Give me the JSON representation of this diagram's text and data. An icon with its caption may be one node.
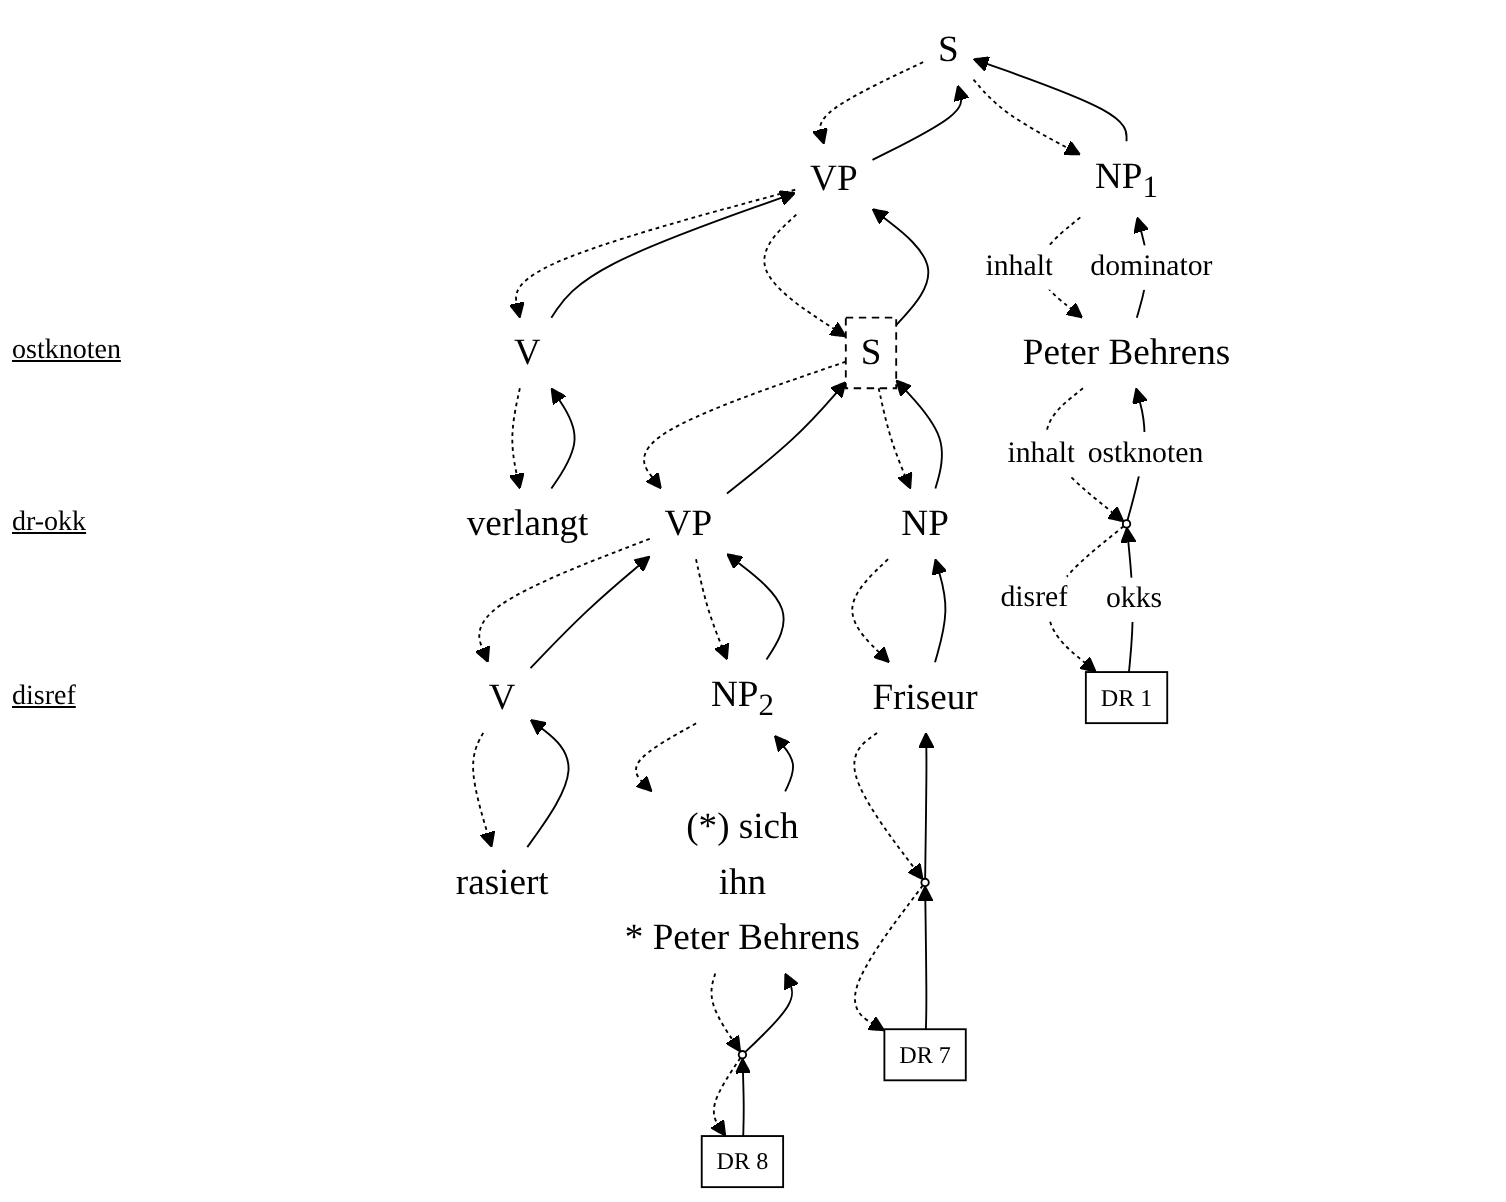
{
  "diagram": {
    "nodes": [
      {
        "text": [
          "S"
        ]
      },
      {
        "text": [
          "NP$_{1}$"
        ]
      },
      {
        "text": [
          "VP"
        ]
      },
      {
        "text": [
          "Peter Behrens"
        ]
      },
      {
        "text": [
          "V"
        ]
      },
      {
        "text": [
          "S"
        ]
      },
      {
        "text": [
          "verlangt"
        ]
      },
      {
        "text": [
          "NP"
        ]
      },
      {
        "text": [
          "VP"
        ]
      },
      {
        "text": [
          "Friseur"
        ]
      },
      {
        "text": [
          "V"
        ]
      },
      {
        "text": [
          "NP$_{2}$"
        ]
      },
      {
        "text": [
          "rasiert"
        ]
      },
      {
        "text": [
          "(*) sich",
          "ihn",
          "* Peter Behrens"
        ]
      },
      {
        "text": [],
        "shape": "circle"
      },
      {
        "text": [],
        "shape": "circle"
      },
      {
        "text": [],
        "shape": "circle"
      },
      {
        "text": [
          "DR 1"
        ]
      },
      {
        "text": [
          "DR 7"
        ]
      },
      {
        "text": [
          "DR 8"
        ]
      }
    ],
    "edges": [
      {
        "from": 0,
        "to": 1,
        "arrow": "to",
        "style": "dashed"
      },
      {
        "from": 1,
        "to": 0,
        "arrow": "to"
      },
      {
        "from": 0,
        "to": 2,
        "arrow": "to",
        "style": "dashed"
      },
      {
        "from": 2,
        "to": 0,
        "arrow": "to"
      },
      {
        "from": 1,
        "to": 3,
        "arrow": "to",
        "style": "dashed",
        "label": "inhalt"
      },
      {
        "from": 3,
        "to": 1,
        "arrow": "to",
        "label": "dominator"
      },
      {
        "from": 2,
        "to": 4,
        "arrow": "to",
        "style": "dashed"
      },
      {
        "from": 4,
        "to": 2,
        "arrow": "to"
      },
      {
        "from": 2,
        "to": 5,
        "arrow": "to",
        "style": "dashed"
      },
      {
        "from": 5,
        "to": 2,
        "arrow": "to"
      },
      {
        "from": 4,
        "to": 6,
        "arrow": "to",
        "style": "dashed"
      },
      {
        "from": 6,
        "to": 4,
        "arrow": "to"
      },
      {
        "from": 5,
        "to": 7,
        "arrow": "to",
        "style": "dashed"
      },
      {
        "from": 7,
        "to": 5,
        "arrow": "to"
      },
      {
        "from": 5,
        "to": 8,
        "arrow": "to",
        "style": "dashed"
      },
      {
        "from": 8,
        "to": 5,
        "arrow": "to"
      },
      {
        "from": 7,
        "to": 9,
        "arrow": "to",
        "style": "dashed"
      },
      {
        "from": 9,
        "to": 7,
        "arrow": "to"
      },
      {
        "from": 8,
        "to": 10,
        "arrow": "to",
        "style": "dashed"
      },
      {
        "from": 10,
        "to": 8,
        "arrow": "to"
      },
      {
        "from": 8,
        "to": 11,
        "arrow": "to",
        "style": "dashed"
      },
      {
        "from": 11,
        "to": 8,
        "arrow": "to"
      },
      {
        "from": 10,
        "to": 12,
        "arrow": "to",
        "style": "dashed"
      },
      {
        "from": 12,
        "to": 10,
        "arrow": "to"
      },
      {
        "from": 11,
        "to": 13,
        "arrow": "to",
        "style": "dashed"
      },
      {
        "from": 13,
        "to": 11,
        "arrow": "to"
      },
      {
        "from": 3,
        "to": 14,
        "arrow": "to",
        "style": "dashed",
        "label": "inhalt"
      },
      {
        "from": 14,
        "to": 3,
        "arrow": "to",
        "label": "ostknoten"
      },
      {
        "from": 9,
        "to": 15,
        "arrow": "to",
        "style": "dashed"
      },
      {
        "from": 15,
        "to": 9,
        "arrow": "to"
      },
      {
        "from": 13,
        "to": 16,
        "arrow": "to",
        "style": "dashed"
      },
      {
        "from": 16,
        "to": 13,
        "arrow": "to"
      },
      {
        "from": 14,
        "to": 17,
        "arrow": "to",
        "style": "dashed",
        "label": "disref"
      },
      {
        "from": 17,
        "to": 14,
        "arrow": "to",
        "label": "okks"
      },
      {
        "from": 15,
        "to": 18,
        "arrow": "to",
        "style": "dashed"
      },
      {
        "from": 18,
        "to": 15,
        "arrow": "to"
      },
      {
        "from": 16,
        "to": 19,
        "arrow": "to",
        "style": "dashed"
      },
      {
        "from": 19,
        "to": 16,
        "arrow": "to"
      }
    ],
    "labels": [
      "ostknoten",
      "dr-okk",
      "disref"
    ]
  }
}
